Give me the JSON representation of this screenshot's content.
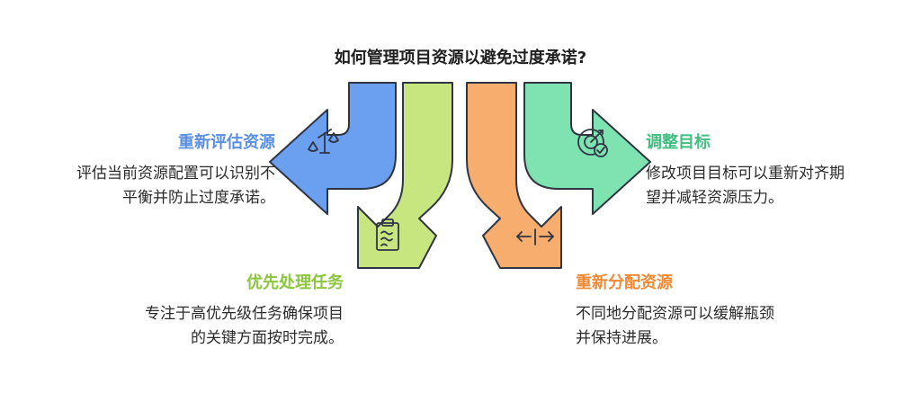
{
  "title": "如何管理项目资源以避免过度承诺?",
  "items": [
    {
      "heading": "重新评估资源",
      "desc_line1": "评估当前资源配置可以识别不",
      "desc_line2": "平衡并防止过度承诺。",
      "color": "#5b8fe0",
      "icon": "balance-scale-icon"
    },
    {
      "heading": "优先处理任务",
      "desc_line1": "专注于高优先级任务确保项目",
      "desc_line2": "的关键方面按时完成。",
      "color": "#8cc63e",
      "icon": "clipboard-icon"
    },
    {
      "heading": "重新分配资源",
      "desc_line1": "不同地分配资源可以缓解瓶颈",
      "desc_line2": "并保持进展。",
      "color": "#f08a35",
      "icon": "redistribute-arrows-icon"
    },
    {
      "heading": "调整目标",
      "desc_line1": "修改项目目标可以重新对齐期",
      "desc_line2": "望并减轻资源压力。",
      "color": "#3fbf80",
      "icon": "target-check-icon"
    }
  ]
}
